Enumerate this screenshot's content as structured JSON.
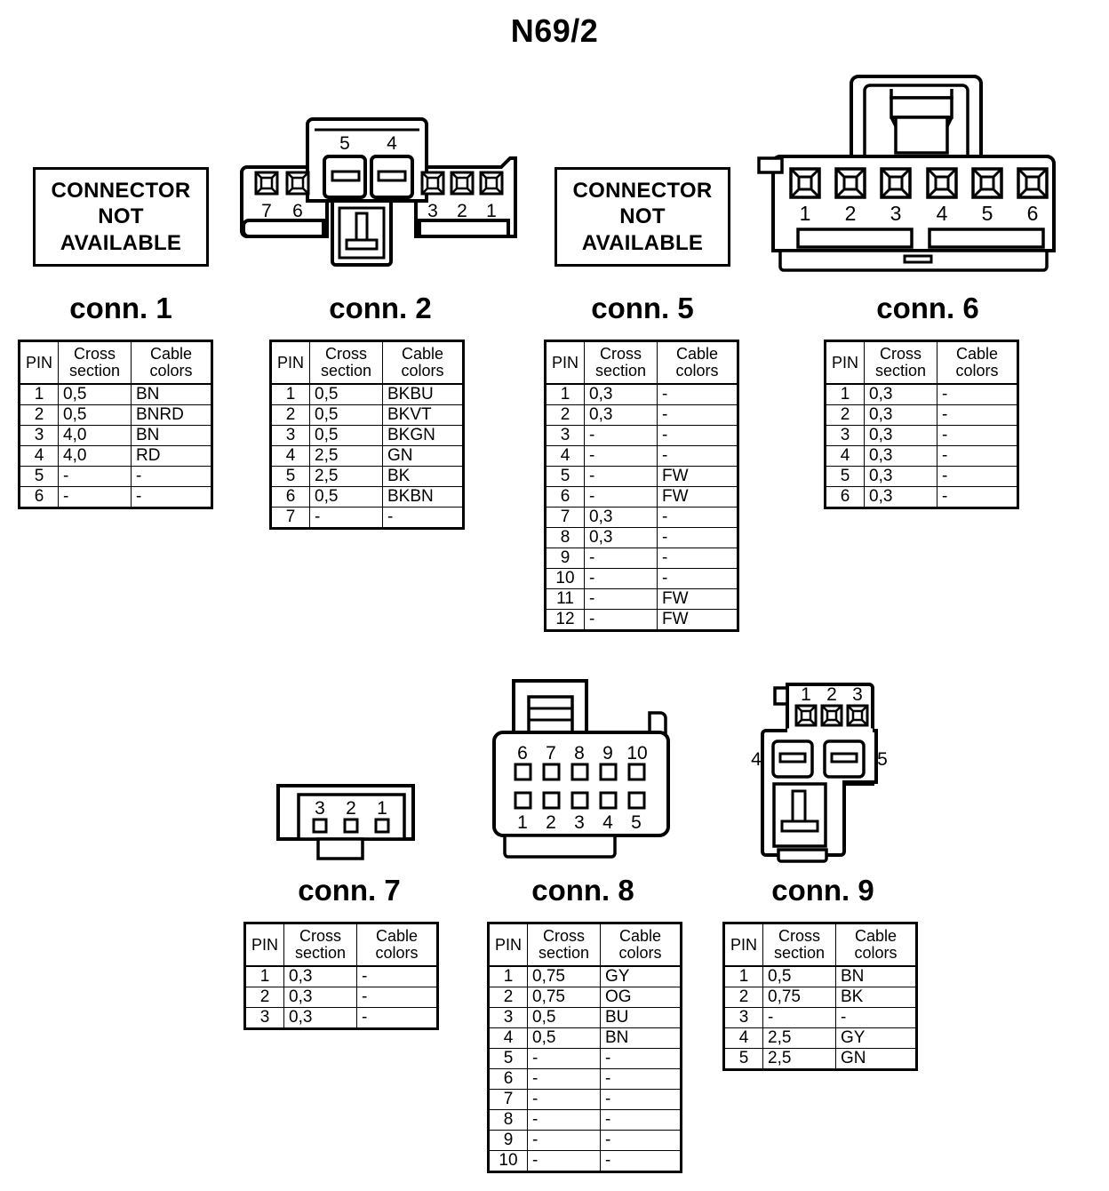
{
  "title": "N69/2",
  "labels": {
    "not_available_line1": "CONNECTOR",
    "not_available_line2": "NOT",
    "not_available_line3": "AVAILABLE",
    "header_pin": "PIN",
    "header_cross_1": "Cross",
    "header_cross_2": "section",
    "header_cable_1": "Cable",
    "header_cable_2": "colors"
  },
  "connectors": [
    {
      "id": "conn1",
      "caption": "conn. 1",
      "art": "not-available",
      "pins_drawn": [],
      "table": [
        {
          "pin": "1",
          "cross_section": "0,5",
          "cable_colors": "BN"
        },
        {
          "pin": "2",
          "cross_section": "0,5",
          "cable_colors": "BNRD"
        },
        {
          "pin": "3",
          "cross_section": "4,0",
          "cable_colors": "BN"
        },
        {
          "pin": "4",
          "cross_section": "4,0",
          "cable_colors": "RD"
        },
        {
          "pin": "5",
          "cross_section": "-",
          "cable_colors": "-"
        },
        {
          "pin": "6",
          "cross_section": "-",
          "cable_colors": "-"
        }
      ]
    },
    {
      "id": "conn2",
      "caption": "conn. 2",
      "art": "cross-body-7pin",
      "pins_drawn": [
        "7",
        "6",
        "5",
        "4",
        "3",
        "2",
        "1"
      ],
      "table": [
        {
          "pin": "1",
          "cross_section": "0,5",
          "cable_colors": "BKBU"
        },
        {
          "pin": "2",
          "cross_section": "0,5",
          "cable_colors": "BKVT"
        },
        {
          "pin": "3",
          "cross_section": "0,5",
          "cable_colors": "BKGN"
        },
        {
          "pin": "4",
          "cross_section": "2,5",
          "cable_colors": "GN"
        },
        {
          "pin": "5",
          "cross_section": "2,5",
          "cable_colors": "BK"
        },
        {
          "pin": "6",
          "cross_section": "0,5",
          "cable_colors": "BKBN"
        },
        {
          "pin": "7",
          "cross_section": "-",
          "cable_colors": "-"
        }
      ]
    },
    {
      "id": "conn5",
      "caption": "conn. 5",
      "art": "not-available",
      "pins_drawn": [],
      "table": [
        {
          "pin": "1",
          "cross_section": "0,3",
          "cable_colors": "-"
        },
        {
          "pin": "2",
          "cross_section": "0,3",
          "cable_colors": "-"
        },
        {
          "pin": "3",
          "cross_section": "-",
          "cable_colors": "-"
        },
        {
          "pin": "4",
          "cross_section": "-",
          "cable_colors": "-"
        },
        {
          "pin": "5",
          "cross_section": "-",
          "cable_colors": "FW"
        },
        {
          "pin": "6",
          "cross_section": "-",
          "cable_colors": "FW"
        },
        {
          "pin": "7",
          "cross_section": "0,3",
          "cable_colors": "-"
        },
        {
          "pin": "8",
          "cross_section": "0,3",
          "cable_colors": "-"
        },
        {
          "pin": "9",
          "cross_section": "-",
          "cable_colors": "-"
        },
        {
          "pin": "10",
          "cross_section": "-",
          "cable_colors": "-"
        },
        {
          "pin": "11",
          "cross_section": "-",
          "cable_colors": "FW"
        },
        {
          "pin": "12",
          "cross_section": "-",
          "cable_colors": "FW"
        }
      ]
    },
    {
      "id": "conn6",
      "caption": "conn. 6",
      "art": "inline-6pin-latch",
      "pins_drawn": [
        "1",
        "2",
        "3",
        "4",
        "5",
        "6"
      ],
      "table": [
        {
          "pin": "1",
          "cross_section": "0,3",
          "cable_colors": "-"
        },
        {
          "pin": "2",
          "cross_section": "0,3",
          "cable_colors": "-"
        },
        {
          "pin": "3",
          "cross_section": "0,3",
          "cable_colors": "-"
        },
        {
          "pin": "4",
          "cross_section": "0,3",
          "cable_colors": "-"
        },
        {
          "pin": "5",
          "cross_section": "0,3",
          "cable_colors": "-"
        },
        {
          "pin": "6",
          "cross_section": "0,3",
          "cable_colors": "-"
        }
      ]
    },
    {
      "id": "conn7",
      "caption": "conn. 7",
      "art": "inline-3pin",
      "pins_drawn": [
        "3",
        "2",
        "1"
      ],
      "table": [
        {
          "pin": "1",
          "cross_section": "0,3",
          "cable_colors": "-"
        },
        {
          "pin": "2",
          "cross_section": "0,3",
          "cable_colors": "-"
        },
        {
          "pin": "3",
          "cross_section": "0,3",
          "cable_colors": "-"
        }
      ]
    },
    {
      "id": "conn8",
      "caption": "conn. 8",
      "art": "dual-row-10pin",
      "pins_drawn": [
        "6",
        "7",
        "8",
        "9",
        "10",
        "1",
        "2",
        "3",
        "4",
        "5"
      ],
      "table": [
        {
          "pin": "1",
          "cross_section": "0,75",
          "cable_colors": "GY"
        },
        {
          "pin": "2",
          "cross_section": "0,75",
          "cable_colors": "OG"
        },
        {
          "pin": "3",
          "cross_section": "0,5",
          "cable_colors": "BU"
        },
        {
          "pin": "4",
          "cross_section": "0,5",
          "cable_colors": "BN"
        },
        {
          "pin": "5",
          "cross_section": "-",
          "cable_colors": "-"
        },
        {
          "pin": "6",
          "cross_section": "-",
          "cable_colors": "-"
        },
        {
          "pin": "7",
          "cross_section": "-",
          "cable_colors": "-"
        },
        {
          "pin": "8",
          "cross_section": "-",
          "cable_colors": "-"
        },
        {
          "pin": "9",
          "cross_section": "-",
          "cable_colors": "-"
        },
        {
          "pin": "10",
          "cross_section": "-",
          "cable_colors": "-"
        }
      ]
    },
    {
      "id": "conn9",
      "caption": "conn. 9",
      "art": "l-body-5pin",
      "pins_drawn": [
        "1",
        "2",
        "3",
        "4",
        "5"
      ],
      "table": [
        {
          "pin": "1",
          "cross_section": "0,5",
          "cable_colors": "BN"
        },
        {
          "pin": "2",
          "cross_section": "0,75",
          "cable_colors": "BK"
        },
        {
          "pin": "3",
          "cross_section": "-",
          "cable_colors": "-"
        },
        {
          "pin": "4",
          "cross_section": "2,5",
          "cable_colors": "GY"
        },
        {
          "pin": "5",
          "cross_section": "2,5",
          "cable_colors": "GN"
        }
      ]
    }
  ],
  "colors": {
    "stroke": "#000000",
    "background": "#ffffff"
  }
}
